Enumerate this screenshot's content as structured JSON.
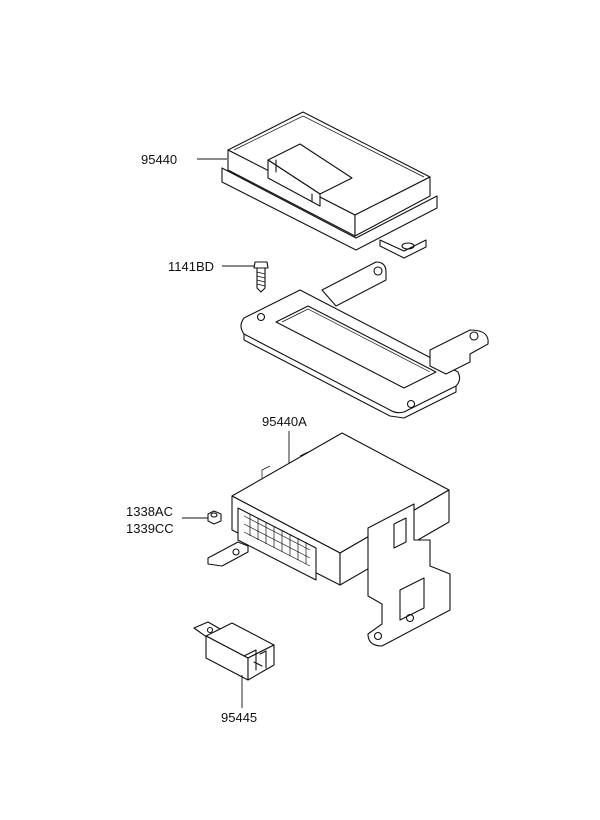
{
  "labels": {
    "ecu_cover": "95440",
    "bolt": "1141BD",
    "ecu_unit": "95440A",
    "nut_a": "1338AC",
    "nut_b": "1339CC",
    "relay": "95445"
  }
}
